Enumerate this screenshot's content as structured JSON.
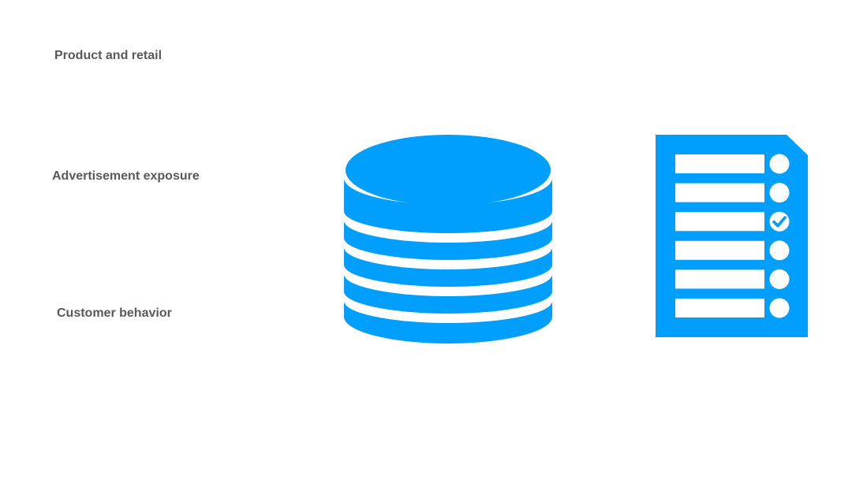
{
  "labels": [
    {
      "text": "Product and retail"
    },
    {
      "text": "Advertisement exposure"
    },
    {
      "text": "Customer behavior"
    }
  ],
  "icons": {
    "database": "database-icon",
    "checklist": "checklist-document-icon",
    "color": "#009ffd"
  },
  "checklist": {
    "rows": 6,
    "checked_row": 3
  }
}
